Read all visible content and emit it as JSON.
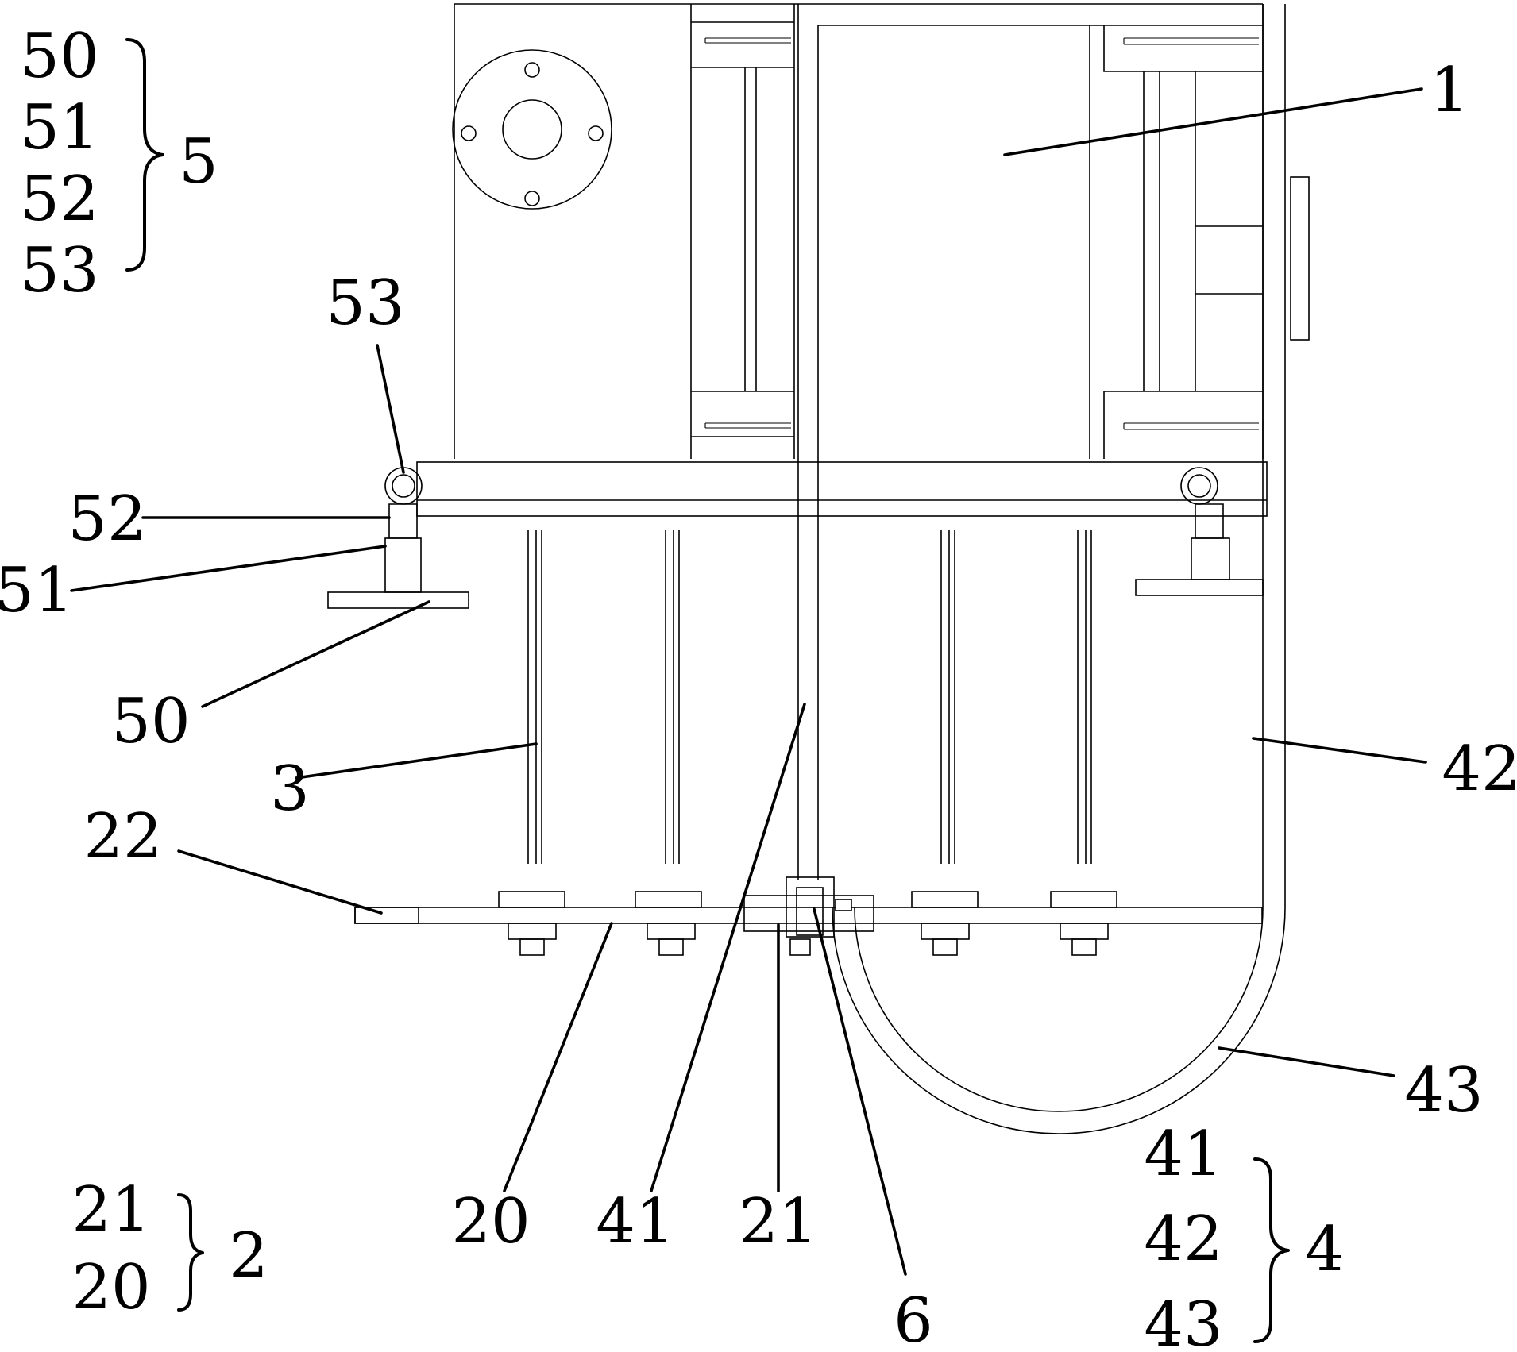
{
  "legend": {
    "group_5": {
      "items": [
        "50",
        "51",
        "52",
        "53"
      ],
      "total": "5"
    },
    "group_2": {
      "items": [
        "21",
        "20"
      ],
      "total": "2"
    },
    "group_4": {
      "items": [
        "41",
        "42",
        "43"
      ],
      "total": "4"
    }
  },
  "callouts": {
    "c1": "1",
    "c53": "53",
    "c52": "52",
    "c51": "51",
    "c50": "50",
    "c3": "3",
    "c22": "22",
    "c42": "42",
    "c43": "43",
    "c20": "20",
    "c41": "41",
    "c21": "21",
    "c6": "6"
  }
}
